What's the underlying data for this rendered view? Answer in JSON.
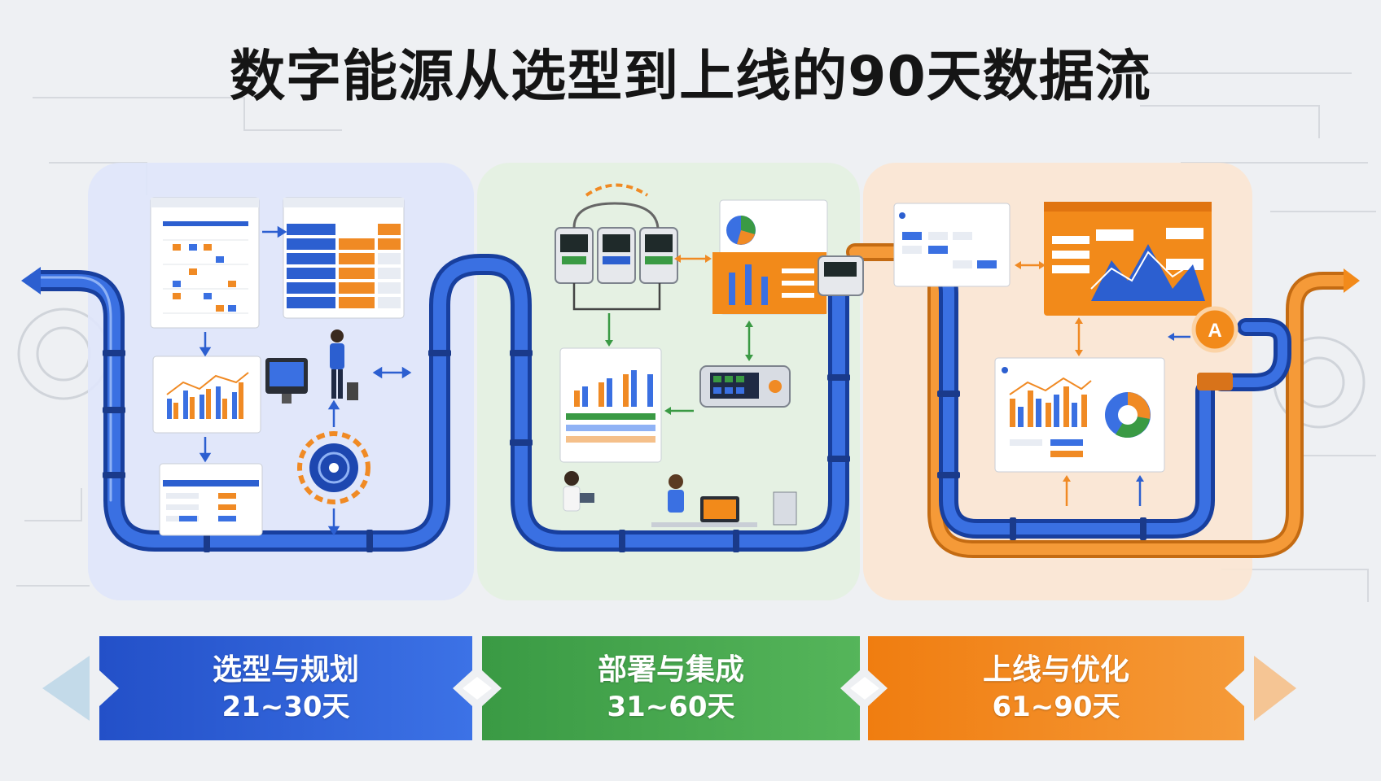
{
  "title": "数字能源从选型到上线的90天数据流",
  "phases": [
    {
      "name": "选型与规划",
      "duration": "21~30天",
      "color": "#2f5fd6"
    },
    {
      "name": "部署与集成",
      "duration": "31~60天",
      "color": "#3aa048"
    },
    {
      "name": "上线与优化",
      "duration": "61~90天",
      "color": "#f28a1a"
    }
  ],
  "icons": {
    "ai_badge": "A"
  },
  "colors": {
    "pipe_blue": "#2c5fd0",
    "pipe_orange": "#f08a24",
    "zone_blue": "#dfe6fb",
    "zone_green": "#e3f1e1",
    "zone_orange": "#fbe6d3"
  }
}
